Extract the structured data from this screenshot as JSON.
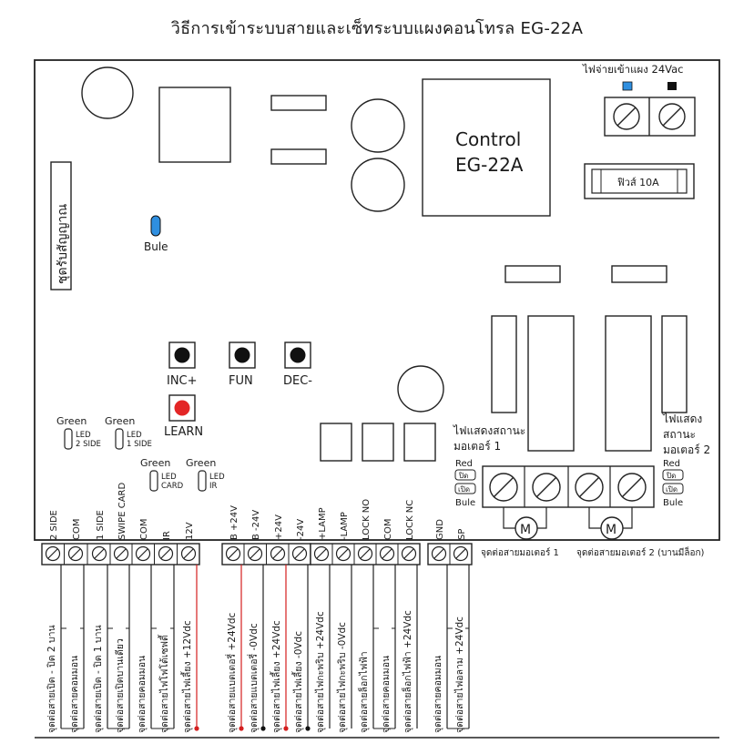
{
  "title": "วิธีการเข้าระบบสายและเซ็ทระบบแผงคอนโทรล EG-22A",
  "board": {
    "control_line1": "Control",
    "control_line2": "EG-22A",
    "power_input": "ไฟจ่ายเข้าแผง 24Vac",
    "fuse": "ฟิวส์ 10A",
    "receiver": "ชุดรับสัญญาณ",
    "bule_led": "Bule",
    "buttons": {
      "inc": "INC+",
      "fun": "FUN",
      "dec": "DEC-",
      "learn": "LEARN"
    },
    "led_green": "Green",
    "leds": {
      "side2": [
        "LED",
        "2 SIDE"
      ],
      "side1": [
        "LED",
        "1 SIDE"
      ],
      "card": [
        "LED",
        "CARD"
      ],
      "ir": [
        "LED",
        "IR"
      ]
    },
    "motor_status1": [
      "ไฟแสดงสถานะ",
      "มอเตอร์ 1"
    ],
    "motor_status2": [
      "ไฟแสดง",
      "สถานะ",
      "มอเตอร์ 2"
    ],
    "status_labels": {
      "red": "Red",
      "close": "ปิด",
      "open": "เปิด",
      "bule": "Bule"
    },
    "motor_symbol": "M",
    "motor1_label": "จุดต่อสายมอเตอร์ 1",
    "motor2_label": "จุดต่อสายมอเตอร์ 2 (บานมีล็อก)"
  },
  "terminals": [
    "2 SIDE",
    "COM",
    "1 SIDE",
    "SWIPE CARD",
    "COM",
    "IR",
    "12V",
    "B +24V",
    "B -24V",
    "+24V",
    "-24V",
    "+LAMP",
    "-LAMP",
    "LOCK NO",
    "COM",
    "LOCK NC",
    "GND",
    "SP"
  ],
  "wire_labels": [
    "จุดต่อสายเปิด - ปิด 2 บาน",
    "จุดต่อสายคอมมอน",
    "จุดต่อสายเปิด - ปิด 1 บาน",
    "จุดต่อสายเปิดบานเดียว",
    "จุดต่อสายคอมมอน",
    "จุดต่อสายไฟโฟโต้เซฟตี้",
    "จุดต่อสายไฟเลี้ยง +12Vdc",
    "จุดต่อสายแบตเตอรี่ +24Vdc",
    "จุดต่อสายแบตเตอรี่ -0Vdc",
    "จุดต่อสายไฟเลี้ยง +24Vdc",
    "จุดต่อสายไฟเลี้ยง -0Vdc",
    "จุดต่อสายไฟกะพริบ +24Vdc",
    "จุดต่อสายไฟกะพริบ -0Vdc",
    "จุดต่อสายล็อกไฟฟ้า",
    "จุดต่อสายคอมมอน",
    "จุดต่อสายล็อกไฟฟ้า +24Vdc",
    "จุดต่อสายคอมมอน",
    "จุดต่อสายไฟอลาม +24Vdc"
  ],
  "colors": {
    "red_wire": "#d41f1f",
    "blue_led": "#2f8fe0",
    "learn_red": "#e32626"
  }
}
